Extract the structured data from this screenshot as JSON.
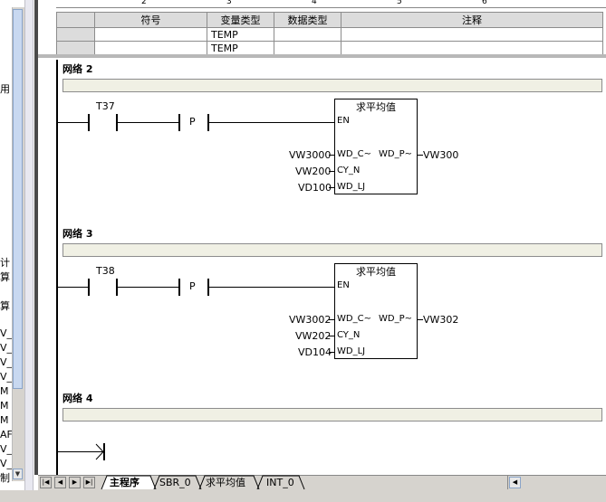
{
  "left_pane": {
    "fragments": [
      "用",
      "计",
      "算",
      "算",
      "V_",
      "V_",
      "V_",
      "V_",
      "M",
      "M",
      "M",
      "AF",
      "V_",
      "V_",
      "制"
    ]
  },
  "ruler": {
    "numbers": [
      "2",
      "3",
      "4",
      "5",
      "6"
    ]
  },
  "var_table": {
    "headers": [
      "符号",
      "变量类型",
      "数据类型",
      "注释"
    ],
    "rows": [
      {
        "symbol": "",
        "var_type": "TEMP",
        "data_type": "",
        "comment": ""
      },
      {
        "symbol": "",
        "var_type": "TEMP",
        "data_type": "",
        "comment": ""
      }
    ]
  },
  "networks": [
    {
      "title": "网络 2",
      "contact": "T37",
      "edge": "P",
      "block": {
        "name": "求平均值",
        "en": "EN",
        "in1_pin": "WD_C~",
        "in1_var": "VW3000",
        "in2_pin": "CY_N",
        "in2_var": "VW200",
        "in3_pin": "WD_LJ",
        "in3_var": "VD100",
        "out_pin": "WD_P~",
        "out_var": "VW300"
      }
    },
    {
      "title": "网络 3",
      "contact": "T38",
      "edge": "P",
      "block": {
        "name": "求平均值",
        "en": "EN",
        "in1_pin": "WD_C~",
        "in1_var": "VW3002",
        "in2_pin": "CY_N",
        "in2_var": "VW202",
        "in3_pin": "WD_LJ",
        "in3_var": "VD104",
        "out_pin": "WD_P~",
        "out_var": "VW302"
      }
    },
    {
      "title": "网络 4"
    }
  ],
  "tabs": [
    "主程序",
    "SBR_0",
    "求平均值",
    "INT_0"
  ],
  "icons": [
    "nav-first-icon",
    "nav-prev-icon",
    "nav-next-icon",
    "nav-last-icon",
    "scroll-left-icon",
    "scroll-down-icon"
  ]
}
